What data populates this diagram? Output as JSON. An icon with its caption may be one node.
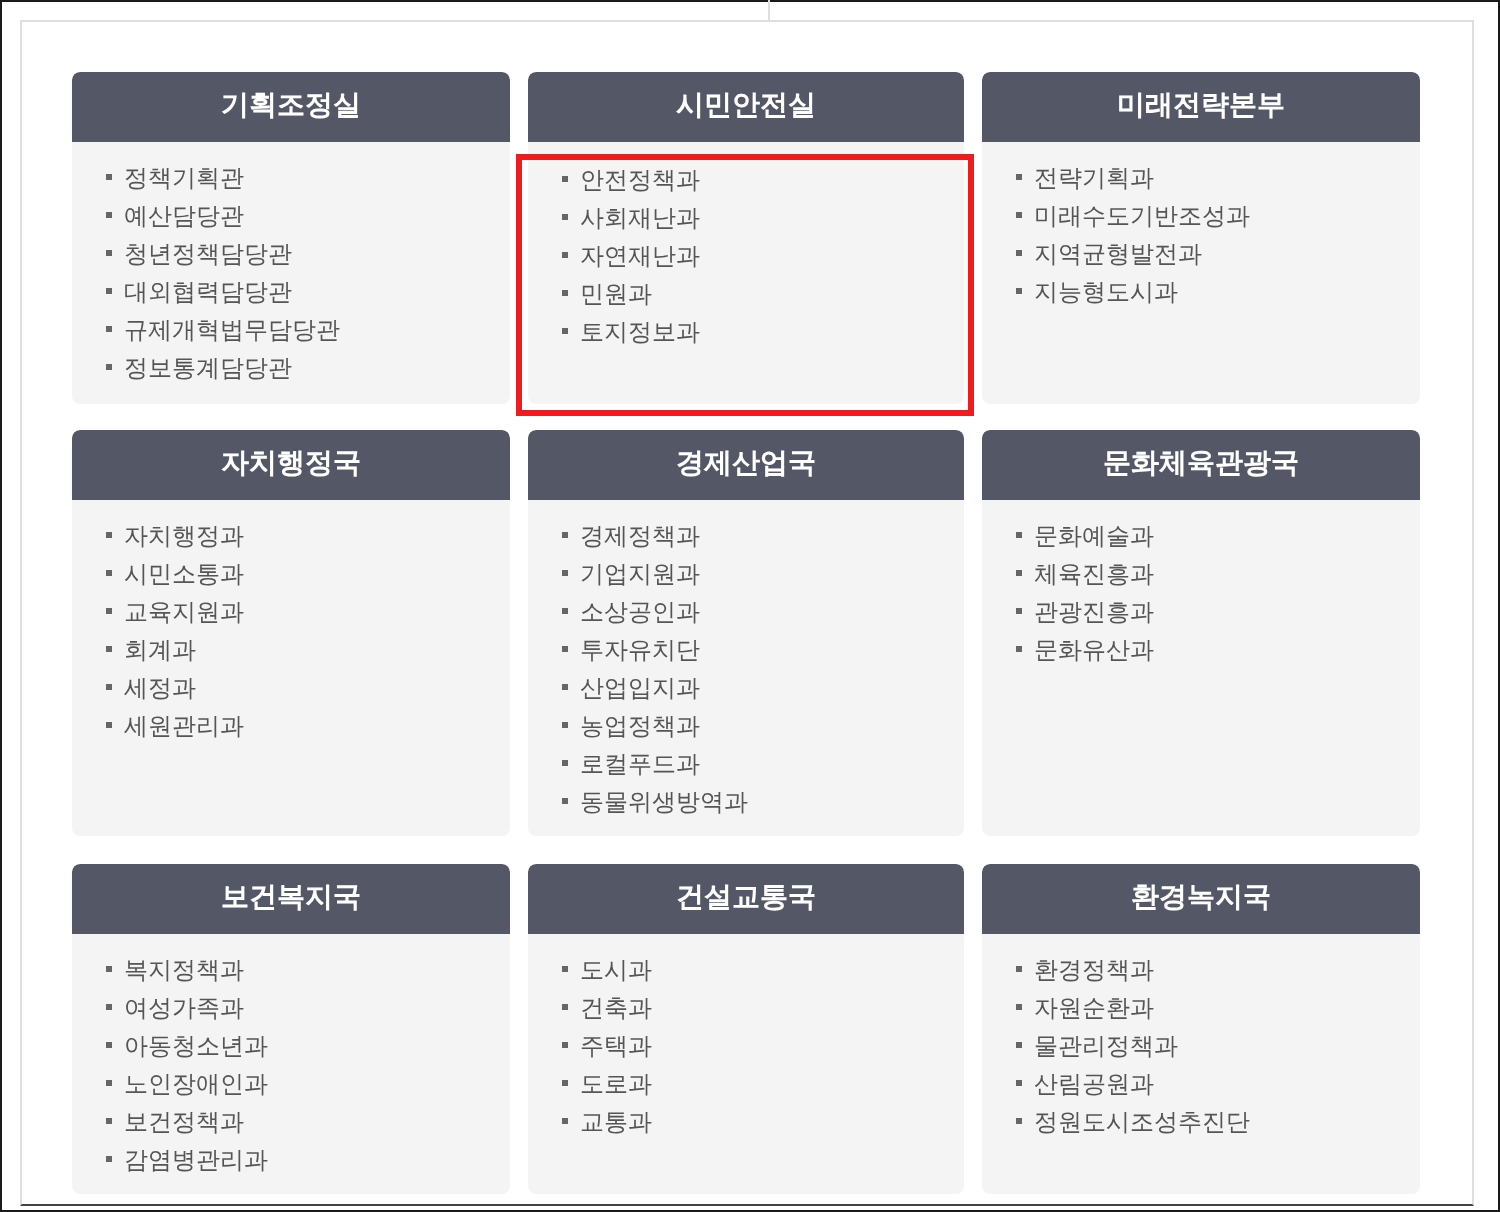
{
  "diagram": {
    "nodes": [
      {
        "text": [
          "기획조정실",
          "정책기획관",
          "예산담당관",
          "청년정책담당관",
          "대외협력담당관",
          "규제개혁법무담당관",
          "정보통계담당관"
        ]
      },
      {
        "text": [
          "시민안전실"
        ]
      },
      {
        "text": [
          "안전정책과",
          "사회재난과",
          "자연재난과",
          "민원과",
          "토지정보과"
        ]
      },
      {
        "text": [
          "미래전략본부",
          "전략기획과",
          "미래수도기반조성과",
          "지역균형발전과",
          "지능형도시과"
        ]
      },
      {
        "text": [
          "자치행정국",
          "자치행정과",
          "시민소통과",
          "교육지원과",
          "회계과",
          "세정과",
          "세원관리과"
        ]
      },
      {
        "text": [
          "경제산업국",
          "경제정책과",
          "기업지원과",
          "소상공인과",
          "투자유치단",
          "산업입지과",
          "농업정책과",
          "로컬푸드과",
          "동물위생방역과"
        ]
      },
      {
        "text": [
          "문화체육관광국",
          "문화예술과",
          "체육진흥과",
          "관광진흥과",
          "문화유산과"
        ]
      },
      {
        "text": [
          "보건복지국",
          "복지정책과",
          "여성가족과",
          "아동청소년과",
          "노인장애인과",
          "보건정책과",
          "감염병관리과"
        ]
      },
      {
        "text": [
          "건설교통국",
          "도시과",
          "건축과",
          "주택과",
          "도로과",
          "교통과"
        ]
      },
      {
        "text": [
          "환경녹지국",
          "환경정책과",
          "자원순환과",
          "물관리정책과",
          "산림공원과",
          "정원도시조성추진단"
        ]
      }
    ]
  }
}
